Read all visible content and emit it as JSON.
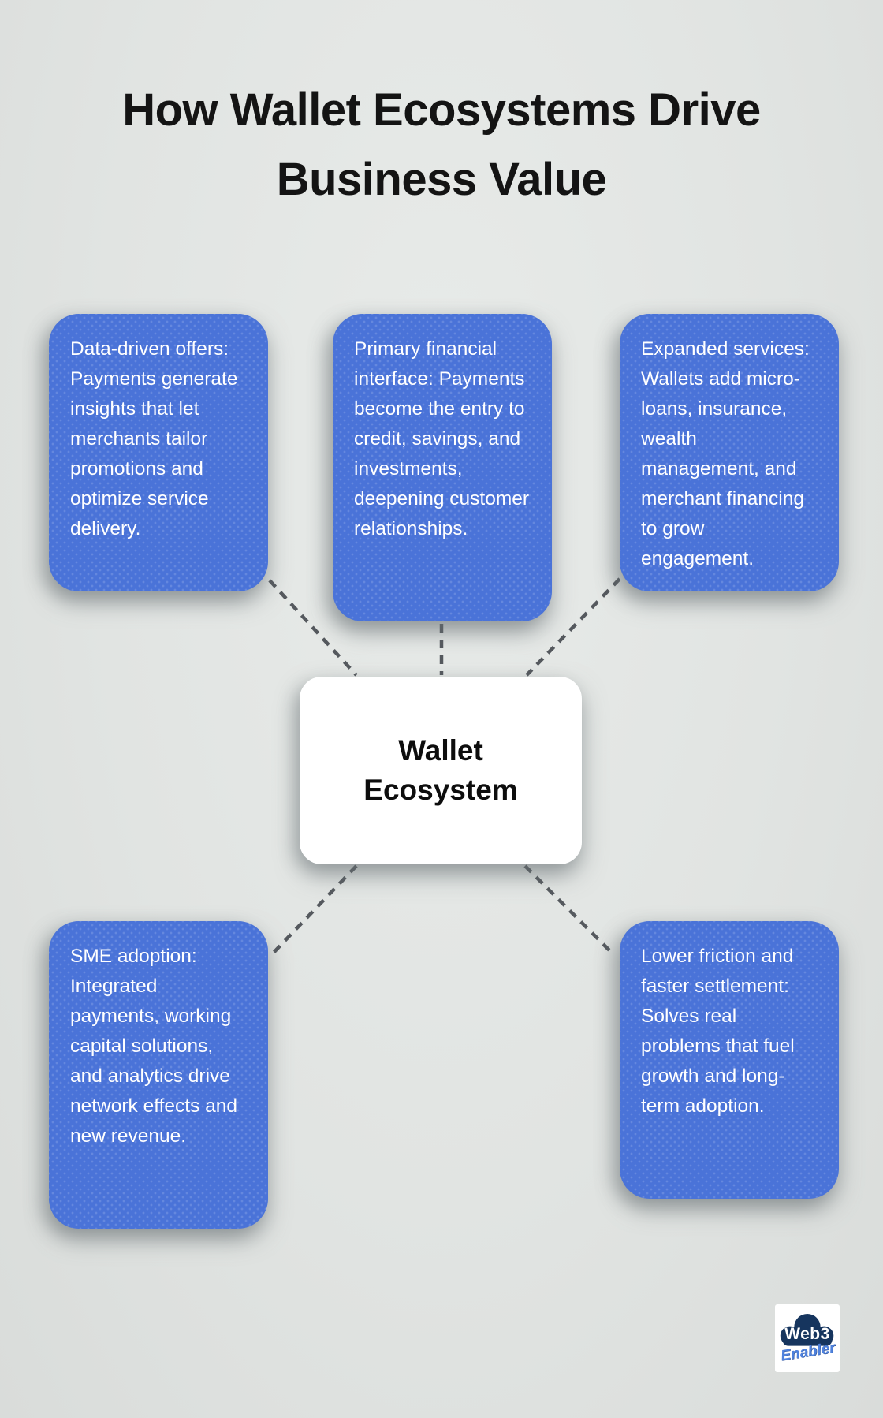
{
  "title": {
    "line1": "How Wallet Ecosystems Drive",
    "line2": "Business Value"
  },
  "center_node": {
    "line1": "Wallet",
    "line2": "Ecosystem"
  },
  "nodes": [
    {
      "id": "data-driven-offers",
      "text": "Data-driven offers: Payments generate insights that let merchants tailor promotions and optimize service delivery."
    },
    {
      "id": "primary-financial-interface",
      "text": "Primary financial interface: Payments become the entry to credit, savings, and investments, deepening customer relationships."
    },
    {
      "id": "expanded-services",
      "text": "Expanded services: Wallets add micro-loans, insurance, wealth management, and merchant financing to grow engagement."
    },
    {
      "id": "sme-adoption",
      "text": "SME adoption: Integrated payments, working capital solutions, and analytics drive network effects and new revenue."
    },
    {
      "id": "lower-friction",
      "text": "Lower friction and faster settlement: Solves real problems that fuel growth and long-term adoption."
    }
  ],
  "logo": {
    "brand_top": "Web3",
    "brand_bottom": "Enabler"
  },
  "colors": {
    "background": "#e1e4e2",
    "node_blue": "#4a73d8",
    "node_text": "#ffffff",
    "center_bg": "#ffffff",
    "center_text": "#0d0d0d",
    "title_text": "#141414",
    "connector_gray": "#55595e",
    "logo_navy": "#16355e",
    "logo_script_blue": "#4f82dd"
  }
}
